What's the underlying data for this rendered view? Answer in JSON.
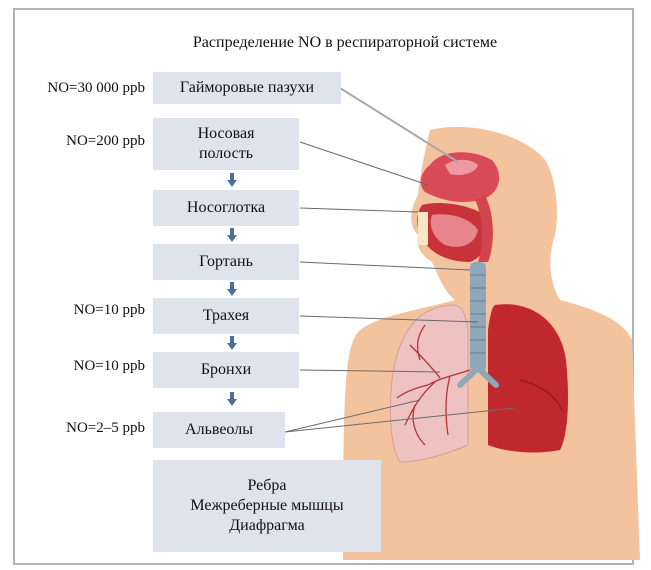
{
  "title": "Распределение NO в респираторной системе",
  "levels": [
    {
      "name": "Гайморовые пазухи",
      "no": "NO=30 000 ppb"
    },
    {
      "name_line1": "Носовая",
      "name_line2": "полость",
      "no": "NO=200 ppb"
    },
    {
      "name": "Носоглотка"
    },
    {
      "name": "Гортань"
    },
    {
      "name": "Трахея",
      "no": "NO=10 ppb"
    },
    {
      "name": "Бронхи",
      "no": "NO=10 ppb"
    },
    {
      "name": "Альвеолы",
      "no": "NO=2–5 ppb"
    }
  ],
  "muscles": {
    "line1": "Ребра",
    "line2": "Межреберные мышцы",
    "line3": "Диафрагма"
  },
  "colors": {
    "box": "#dfe3ec",
    "skin": "#f3c39e",
    "lung": "#c0282d",
    "lung_light": "#efc2c2",
    "arrow": "#4a6f99",
    "trachea": "#8fa7b8"
  }
}
